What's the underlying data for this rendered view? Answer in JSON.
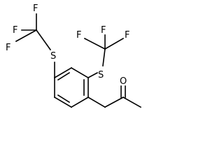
{
  "molecule": {
    "atoms": {
      "f_left_top": "F",
      "f_left_mid": "F",
      "f_left_bottom": "F",
      "s_left": "S",
      "f_right_left": "F",
      "f_right_right": "F",
      "f_right_bottom": "F",
      "s_right": "S",
      "o_ketone": "O"
    }
  }
}
